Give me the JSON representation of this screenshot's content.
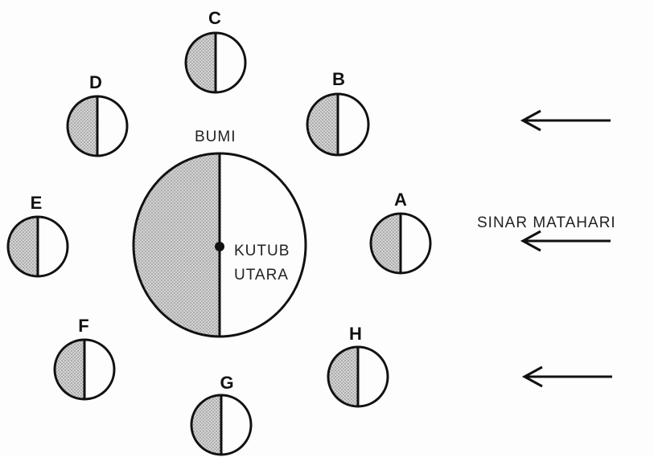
{
  "earth": {
    "label": "BUMI",
    "pole_label_line1": "KUTUB",
    "pole_label_line2": "UTARA"
  },
  "sunlight": {
    "label": "SINAR MATAHARI"
  },
  "moons": [
    {
      "letter": "A"
    },
    {
      "letter": "B"
    },
    {
      "letter": "C"
    },
    {
      "letter": "D"
    },
    {
      "letter": "E"
    },
    {
      "letter": "F"
    },
    {
      "letter": "G"
    },
    {
      "letter": "H"
    }
  ],
  "colors": {
    "stroke": "#111111",
    "shade": "#c8c8c8",
    "lit": "#ffffff"
  }
}
